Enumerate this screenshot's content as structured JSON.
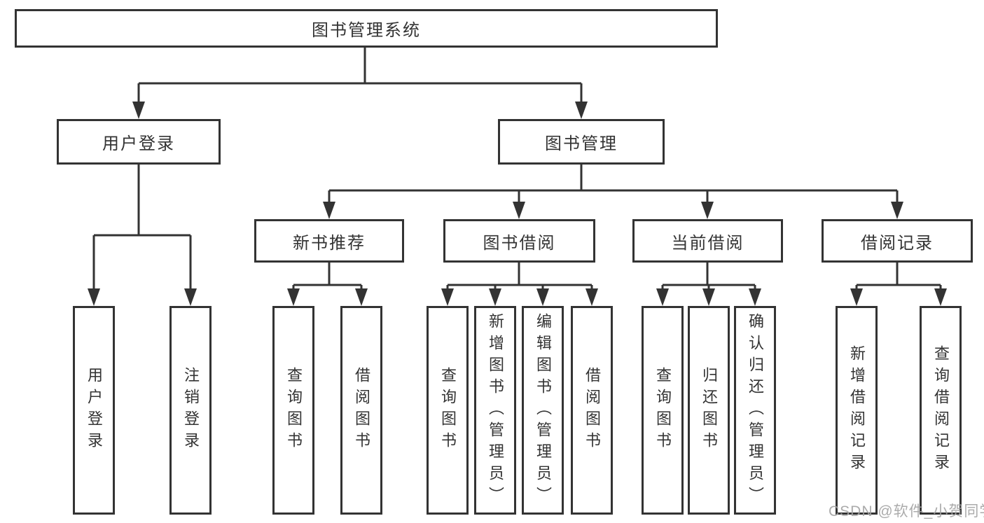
{
  "colors": {
    "line": "#333333",
    "box_border": "#333333",
    "text": "#333333",
    "background": "#ffffff",
    "watermark": "#a4a4a4"
  },
  "tree": {
    "root": {
      "label": "图书管理系统"
    },
    "branches": [
      {
        "label": "用户登录",
        "leaves": [
          {
            "label": "用户登录"
          },
          {
            "label": "注销登录"
          }
        ]
      },
      {
        "label": "图书管理",
        "groups": [
          {
            "label": "新书推荐",
            "leaves": [
              {
                "label": "查询图书"
              },
              {
                "label": "借阅图书"
              }
            ]
          },
          {
            "label": "图书借阅",
            "leaves": [
              {
                "label": "查询图书"
              },
              {
                "label": "新增图书（管理员）"
              },
              {
                "label": "编辑图书（管理员）"
              },
              {
                "label": "借阅图书"
              }
            ]
          },
          {
            "label": "当前借阅",
            "leaves": [
              {
                "label": "查询图书"
              },
              {
                "label": "归还图书"
              },
              {
                "label": "确认归还（管理员）"
              }
            ]
          },
          {
            "label": "借阅记录",
            "leaves": [
              {
                "label": "新增借阅记录"
              },
              {
                "label": "查询借阅记录"
              }
            ]
          }
        ]
      }
    ]
  },
  "watermark": {
    "text": "CSDN @软件_小贺同学"
  }
}
